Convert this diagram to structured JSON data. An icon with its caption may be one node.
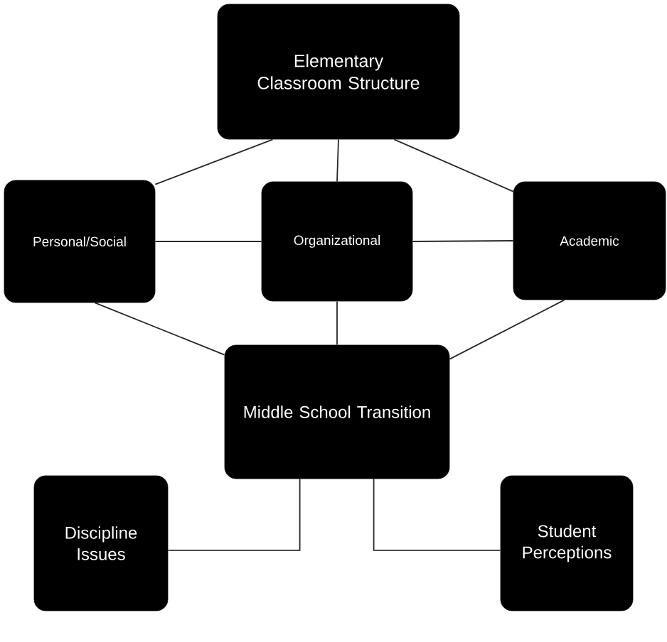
{
  "diagram": {
    "nodes": [
      {
        "text": [
          "Elementary Classroom Structure"
        ]
      },
      {
        "text": [
          "Personal/Social"
        ]
      },
      {
        "text": [
          "Organizational"
        ]
      },
      {
        "text": [
          "Academic"
        ]
      },
      {
        "text": [
          "Middle School Transition"
        ]
      },
      {
        "text": [
          "Discipline Issues"
        ]
      },
      {
        "text": [
          "Student Perceptions"
        ]
      }
    ],
    "edges": [
      {
        "from": 0,
        "to": 1,
        "arrow": "none"
      },
      {
        "from": 0,
        "to": 2,
        "arrow": "none"
      },
      {
        "from": 0,
        "to": 3,
        "arrow": "none"
      },
      {
        "from": 1,
        "to": 2,
        "arrow": "none"
      },
      {
        "from": 2,
        "to": 3,
        "arrow": "none"
      },
      {
        "from": 1,
        "to": 4,
        "arrow": "none"
      },
      {
        "from": 2,
        "to": 4,
        "arrow": "none"
      },
      {
        "from": 3,
        "to": 4,
        "arrow": "none"
      },
      {
        "from": 4,
        "to": 5,
        "arrow": "none"
      },
      {
        "from": 4,
        "to": 6,
        "arrow": "none"
      }
    ]
  }
}
